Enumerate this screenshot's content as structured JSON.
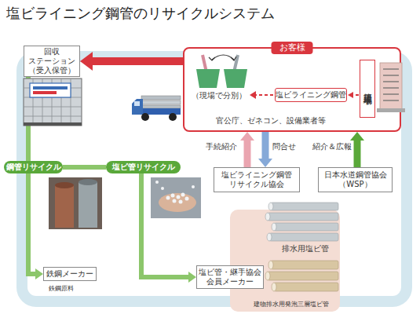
{
  "diagram": {
    "title": "塩ビライニング鋼管のリサイクルシステム",
    "nodes": [
      {
        "text": [
          "お客様",
          "官公庁、ゼネコン、設備業者等"
        ]
      },
      {
        "text": [
          "塩ビライニング鋼管"
        ],
        "in": 0
      },
      {
        "text": [
          "建築工事現場"
        ],
        "in": 0
      },
      {
        "text": [
          "回収 ステーション （受入保管）"
        ]
      },
      {
        "text": [
          "鋼管リサイクル"
        ]
      },
      {
        "text": [
          "塩ビ管リサイクル"
        ]
      },
      {
        "text": [
          "塩ビライニング鋼管 リサイクル協会"
        ]
      },
      {
        "text": [
          "日本水道鋼管協会 （WSP）"
        ]
      },
      {
        "text": [
          "鉄鋼メーカー"
        ]
      },
      {
        "text": [
          "排水用塩ビ管",
          "建物排水用発泡三層塩ビ管"
        ]
      },
      {
        "text": [
          "塩ビ管・継手協会 会員メーカー"
        ]
      }
    ],
    "edges": [
      {
        "from": 0,
        "to": 3,
        "arrow": "to"
      },
      {
        "from": 3,
        "to": 4,
        "arrow": "none"
      },
      {
        "from": 4,
        "to": 8,
        "arrow": "to"
      },
      {
        "from": 4,
        "to": 5,
        "arrow": "none"
      },
      {
        "from": 5,
        "to": 10,
        "arrow": "to"
      },
      {
        "from": 6,
        "to": 0,
        "label": "手続紹介",
        "arrow": "to"
      },
      {
        "from": 0,
        "to": 6,
        "label": "問合せ",
        "arrow": "to"
      },
      {
        "from": 7,
        "to": 0,
        "label": "紹介＆広報",
        "arrow": "to"
      }
    ],
    "labels": [
      "（現場で分別）",
      "鉄鋼原料"
    ]
  }
}
